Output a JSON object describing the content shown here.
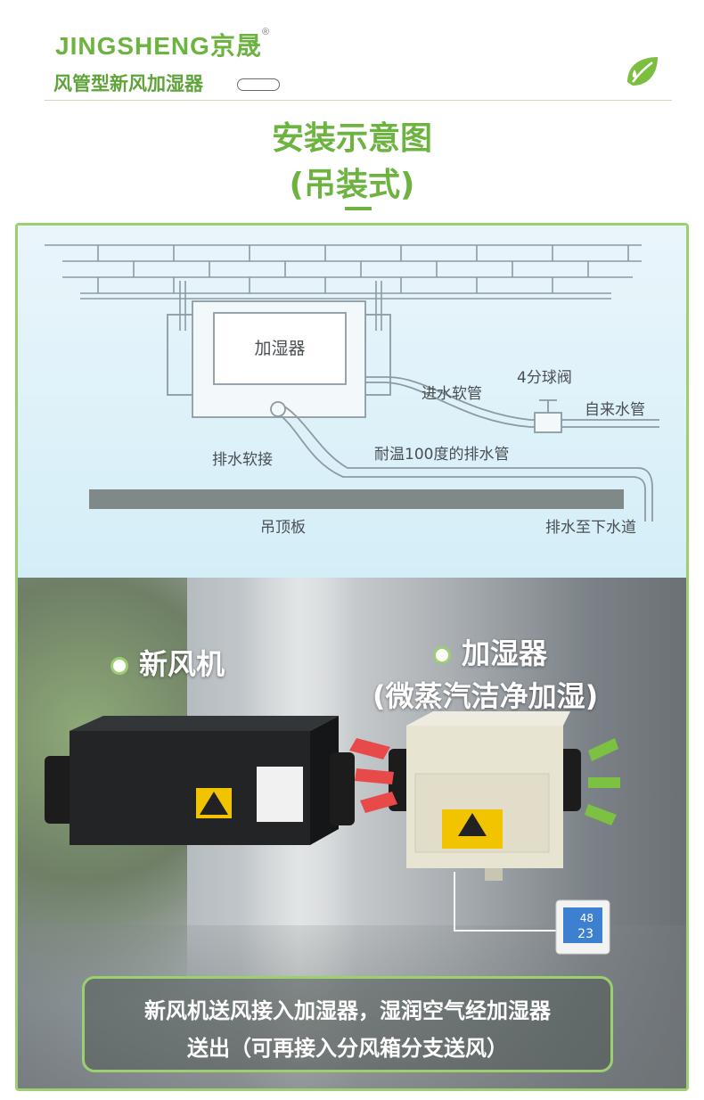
{
  "header": {
    "brand": "JINGSHENG京晟",
    "registered_mark": "®",
    "product_name": "风管型新风加湿器",
    "leaf_icon": "leaf-water-drop-icon",
    "accent_color": "#6cb33f"
  },
  "title": {
    "line1": "安装示意图",
    "line2": "(吊装式)"
  },
  "diagram": {
    "humidifier_label": "加湿器",
    "ball_valve_label": "4分球阀",
    "inlet_hose_label": "进水软管",
    "tap_water_label": "自来水管",
    "drain_hose_label": "排水软接",
    "drain_pipe_label": "耐温100度的排水管",
    "ceiling_label": "吊顶板",
    "sewer_label": "排水至下水道"
  },
  "photo": {
    "fan_label": "新风机",
    "humidifier_label": "加湿器",
    "humidifier_sub": "(微蒸汽洁净加湿)",
    "controller_humidity": "48",
    "controller_temp": "23",
    "caption_line1": "新风机送风接入加湿器，湿润空气经加湿器",
    "caption_line2": "送出（可再接入分风箱分支送风）"
  }
}
